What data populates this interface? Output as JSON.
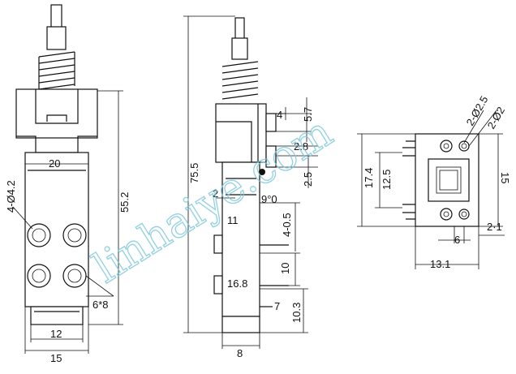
{
  "watermark": "linhaiye.com",
  "views": {
    "front": {
      "dimensions": {
        "overall_height": "55.2",
        "top_width": "20",
        "hole_dia": "4-Ø4.2",
        "hole_pitch": "6*8",
        "base_width": "12",
        "overall_width": "15"
      }
    },
    "side": {
      "dimensions": {
        "total_height": "75.5",
        "d_5_7": "5.7",
        "d_4": "4",
        "d_2_8": "2.8",
        "d_2_5": "2.5",
        "d_9_0": "9°0",
        "d_2": "2",
        "d_11": "11",
        "d_4_0_5": "4-0.5",
        "d_10": "10",
        "d_16_8": "16.8",
        "d_7": "7",
        "d_10_3": "10.3",
        "d_8": "8"
      }
    },
    "bottom": {
      "dimensions": {
        "hole_big": "2-Ø2.5",
        "hole_small": "2-Ø2",
        "d_17_4": "17.4",
        "d_12_5": "12.5",
        "d_15": "15",
        "d_2_1": "2·1",
        "d_6": "6",
        "d_13_1": "13.1"
      }
    }
  },
  "colors": {
    "line": "#111111",
    "watermark": "#7ec8dc",
    "background": "#ffffff"
  }
}
